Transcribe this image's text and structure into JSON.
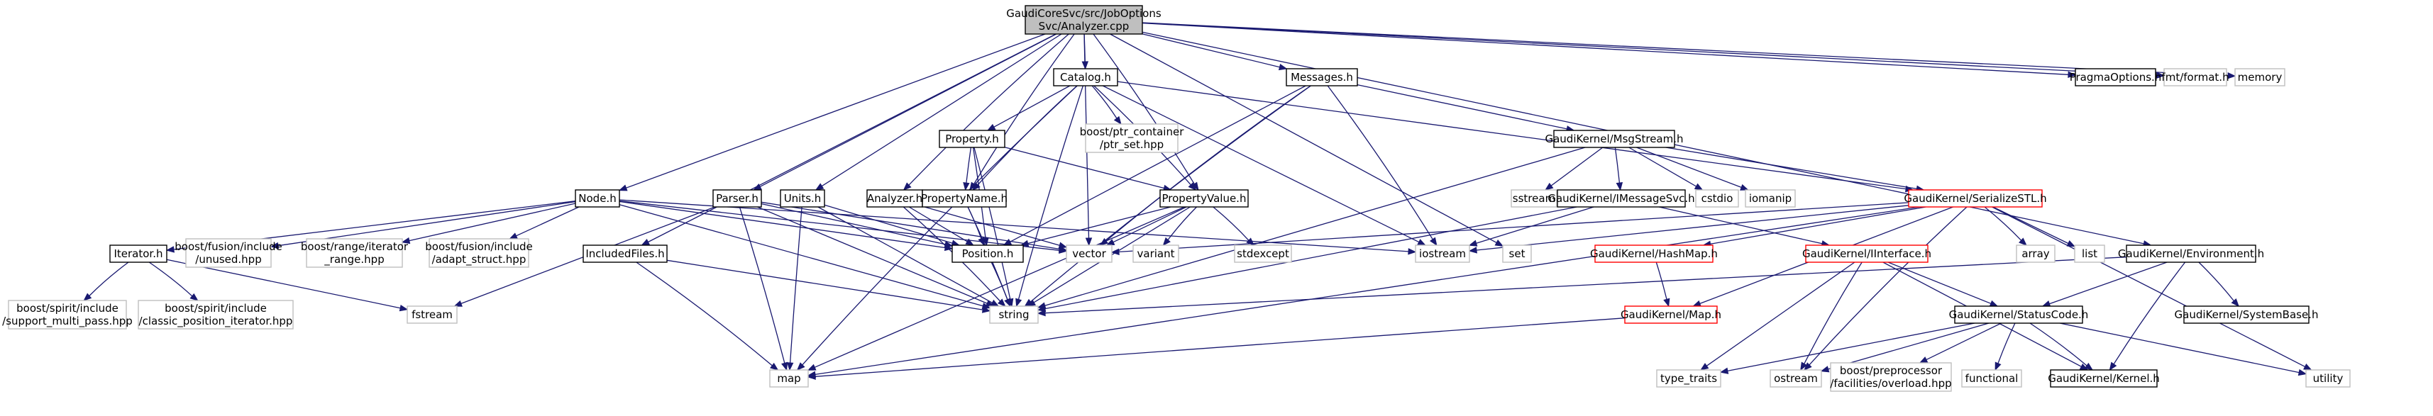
{
  "colors": {
    "root_fill": "#bfbfbf",
    "documented_border": "#000000",
    "system_border": "#bfbfbf",
    "undocumented_border": "#ff0000",
    "edge": "#191970",
    "background": "#ffffff"
  },
  "nodes": [
    {
      "id": "root",
      "lines": [
        "GaudiCoreSvc/src/JobOptions",
        "Svc/Analyzer.cpp"
      ],
      "kind": "root"
    },
    {
      "id": "catalog",
      "lines": [
        "Catalog.h"
      ],
      "kind": "doc"
    },
    {
      "id": "messages",
      "lines": [
        "Messages.h"
      ],
      "kind": "doc"
    },
    {
      "id": "pragmaoptions",
      "lines": [
        "PragmaOptions.h"
      ],
      "kind": "doc"
    },
    {
      "id": "fmtformat",
      "lines": [
        "fmt/format.h"
      ],
      "kind": "sys"
    },
    {
      "id": "memory",
      "lines": [
        "memory"
      ],
      "kind": "sys"
    },
    {
      "id": "node",
      "lines": [
        "Node.h"
      ],
      "kind": "doc"
    },
    {
      "id": "parser",
      "lines": [
        "Parser.h"
      ],
      "kind": "doc"
    },
    {
      "id": "units",
      "lines": [
        "Units.h"
      ],
      "kind": "doc"
    },
    {
      "id": "analyzer",
      "lines": [
        "Analyzer.h"
      ],
      "kind": "doc"
    },
    {
      "id": "property",
      "lines": [
        "Property.h"
      ],
      "kind": "doc"
    },
    {
      "id": "propertyname",
      "lines": [
        "PropertyName.h"
      ],
      "kind": "doc"
    },
    {
      "id": "propertyvalue",
      "lines": [
        "PropertyValue.h"
      ],
      "kind": "doc"
    },
    {
      "id": "ptrset",
      "lines": [
        "boost/ptr_container",
        "/ptr_set.hpp"
      ],
      "kind": "sys"
    },
    {
      "id": "msgstream",
      "lines": [
        "GaudiKernel/MsgStream.h"
      ],
      "kind": "doc"
    },
    {
      "id": "sstream",
      "lines": [
        "sstream"
      ],
      "kind": "sys"
    },
    {
      "id": "imessagesvc",
      "lines": [
        "GaudiKernel/IMessageSvc.h"
      ],
      "kind": "doc"
    },
    {
      "id": "cstdio",
      "lines": [
        "cstdio"
      ],
      "kind": "sys"
    },
    {
      "id": "iomanip",
      "lines": [
        "iomanip"
      ],
      "kind": "sys"
    },
    {
      "id": "serializestl",
      "lines": [
        "GaudiKernel/SerializeSTL.h"
      ],
      "kind": "undoc"
    },
    {
      "id": "iterator",
      "lines": [
        "Iterator.h"
      ],
      "kind": "doc"
    },
    {
      "id": "unused",
      "lines": [
        "boost/fusion/include",
        "/unused.hpp"
      ],
      "kind": "sys"
    },
    {
      "id": "iterrange",
      "lines": [
        "boost/range/iterator",
        "_range.hpp"
      ],
      "kind": "sys"
    },
    {
      "id": "adaptstruct",
      "lines": [
        "boost/fusion/include",
        "/adapt_struct.hpp"
      ],
      "kind": "sys"
    },
    {
      "id": "includedfiles",
      "lines": [
        "IncludedFiles.h"
      ],
      "kind": "doc"
    },
    {
      "id": "position",
      "lines": [
        "Position.h"
      ],
      "kind": "doc"
    },
    {
      "id": "vector",
      "lines": [
        "vector"
      ],
      "kind": "sys"
    },
    {
      "id": "variant",
      "lines": [
        "variant"
      ],
      "kind": "sys"
    },
    {
      "id": "stdexcept",
      "lines": [
        "stdexcept"
      ],
      "kind": "sys"
    },
    {
      "id": "iostream",
      "lines": [
        "iostream"
      ],
      "kind": "sys"
    },
    {
      "id": "set",
      "lines": [
        "set"
      ],
      "kind": "sys"
    },
    {
      "id": "hashmap",
      "lines": [
        "GaudiKernel/HashMap.h"
      ],
      "kind": "undoc"
    },
    {
      "id": "iinterface",
      "lines": [
        "GaudiKernel/IInterface.h"
      ],
      "kind": "undoc"
    },
    {
      "id": "array",
      "lines": [
        "array"
      ],
      "kind": "sys"
    },
    {
      "id": "list",
      "lines": [
        "list"
      ],
      "kind": "sys"
    },
    {
      "id": "environment",
      "lines": [
        "GaudiKernel/Environment.h"
      ],
      "kind": "doc"
    },
    {
      "id": "systembase",
      "lines": [
        "GaudiKernel/SystemBase.h"
      ],
      "kind": "doc"
    },
    {
      "id": "fstream",
      "lines": [
        "fstream"
      ],
      "kind": "sys"
    },
    {
      "id": "multipass",
      "lines": [
        "boost/spirit/include",
        "/support_multi_pass.hpp"
      ],
      "kind": "sys"
    },
    {
      "id": "classicpos",
      "lines": [
        "boost/spirit/include",
        "/classic_position_iterator.hpp"
      ],
      "kind": "sys"
    },
    {
      "id": "string",
      "lines": [
        "string"
      ],
      "kind": "sys"
    },
    {
      "id": "map",
      "lines": [
        "map"
      ],
      "kind": "sys"
    },
    {
      "id": "gkmap",
      "lines": [
        "GaudiKernel/Map.h"
      ],
      "kind": "undoc"
    },
    {
      "id": "statuscode",
      "lines": [
        "GaudiKernel/StatusCode.h"
      ],
      "kind": "doc"
    },
    {
      "id": "typetraits",
      "lines": [
        "type_traits"
      ],
      "kind": "sys"
    },
    {
      "id": "ostream",
      "lines": [
        "ostream"
      ],
      "kind": "sys"
    },
    {
      "id": "overload",
      "lines": [
        "boost/preprocessor",
        "/facilities/overload.hpp"
      ],
      "kind": "sys"
    },
    {
      "id": "functional",
      "lines": [
        "functional"
      ],
      "kind": "sys"
    },
    {
      "id": "kernel",
      "lines": [
        "GaudiKernel/Kernel.h"
      ],
      "kind": "doc"
    },
    {
      "id": "utility",
      "lines": [
        "utility"
      ],
      "kind": "sys"
    }
  ],
  "edges": [
    [
      "root",
      "catalog"
    ],
    [
      "root",
      "messages"
    ],
    [
      "root",
      "pragmaoptions"
    ],
    [
      "root",
      "fmtformat"
    ],
    [
      "root",
      "memory"
    ],
    [
      "root",
      "node"
    ],
    [
      "root",
      "parser"
    ],
    [
      "root",
      "units"
    ],
    [
      "root",
      "analyzer"
    ],
    [
      "root",
      "propertyname"
    ],
    [
      "root",
      "propertyvalue"
    ],
    [
      "root",
      "includedfiles"
    ],
    [
      "root",
      "environment"
    ],
    [
      "root",
      "vector"
    ],
    [
      "root",
      "set"
    ],
    [
      "catalog",
      "property"
    ],
    [
      "catalog",
      "propertyname"
    ],
    [
      "catalog",
      "propertyvalue"
    ],
    [
      "catalog",
      "ptrset"
    ],
    [
      "catalog",
      "iostream"
    ],
    [
      "catalog",
      "string"
    ],
    [
      "catalog",
      "map"
    ],
    [
      "catalog",
      "serializestl"
    ],
    [
      "messages",
      "msgstream"
    ],
    [
      "messages",
      "position"
    ],
    [
      "messages",
      "iostream"
    ],
    [
      "messages",
      "string"
    ],
    [
      "messages",
      "vector"
    ],
    [
      "msgstream",
      "sstream"
    ],
    [
      "msgstream",
      "imessagesvc"
    ],
    [
      "msgstream",
      "cstdio"
    ],
    [
      "msgstream",
      "iomanip"
    ],
    [
      "msgstream",
      "serializestl"
    ],
    [
      "msgstream",
      "string"
    ],
    [
      "imessagesvc",
      "iinterface"
    ],
    [
      "imessagesvc",
      "iostream"
    ],
    [
      "imessagesvc",
      "string"
    ],
    [
      "serializestl",
      "iostream"
    ],
    [
      "serializestl",
      "array"
    ],
    [
      "serializestl",
      "list"
    ],
    [
      "serializestl",
      "hashmap"
    ],
    [
      "serializestl",
      "gkmap"
    ],
    [
      "serializestl",
      "ostream"
    ],
    [
      "serializestl",
      "utility"
    ],
    [
      "serializestl",
      "vector"
    ],
    [
      "serializestl",
      "map"
    ],
    [
      "property",
      "propertyname"
    ],
    [
      "property",
      "propertyvalue"
    ],
    [
      "property",
      "position"
    ],
    [
      "property",
      "string"
    ],
    [
      "propertyname",
      "position"
    ],
    [
      "propertyname",
      "string"
    ],
    [
      "propertyvalue",
      "position"
    ],
    [
      "propertyvalue",
      "vector"
    ],
    [
      "propertyvalue",
      "variant"
    ],
    [
      "propertyvalue",
      "stdexcept"
    ],
    [
      "propertyvalue",
      "string"
    ],
    [
      "propertyvalue",
      "map"
    ],
    [
      "node",
      "iterator"
    ],
    [
      "node",
      "unused"
    ],
    [
      "node",
      "iterrange"
    ],
    [
      "node",
      "adaptstruct"
    ],
    [
      "node",
      "position"
    ],
    [
      "node",
      "vector"
    ],
    [
      "node",
      "string"
    ],
    [
      "node",
      "iostream"
    ],
    [
      "parser",
      "position"
    ],
    [
      "parser",
      "fstream"
    ],
    [
      "parser",
      "string"
    ],
    [
      "parser",
      "map"
    ],
    [
      "parser",
      "vector"
    ],
    [
      "units",
      "position"
    ],
    [
      "units",
      "map"
    ],
    [
      "units",
      "string"
    ],
    [
      "analyzer",
      "position"
    ],
    [
      "analyzer",
      "string"
    ],
    [
      "analyzer",
      "vector"
    ],
    [
      "iterator",
      "multipass"
    ],
    [
      "iterator",
      "classicpos"
    ],
    [
      "iterator",
      "fstream"
    ],
    [
      "includedfiles",
      "string"
    ],
    [
      "includedfiles",
      "map"
    ],
    [
      "position",
      "string"
    ],
    [
      "hashmap",
      "gkmap"
    ],
    [
      "gkmap",
      "map"
    ],
    [
      "iinterface",
      "statuscode"
    ],
    [
      "iinterface",
      "kernel"
    ],
    [
      "iinterface",
      "typetraits"
    ],
    [
      "iinterface",
      "ostream"
    ],
    [
      "environment",
      "statuscode"
    ],
    [
      "environment",
      "systembase"
    ],
    [
      "environment",
      "kernel"
    ],
    [
      "environment",
      "string"
    ],
    [
      "statuscode",
      "overload"
    ],
    [
      "statuscode",
      "functional"
    ],
    [
      "statuscode",
      "kernel"
    ],
    [
      "statuscode",
      "ostream"
    ],
    [
      "statuscode",
      "utility"
    ],
    [
      "statuscode",
      "typetraits"
    ]
  ]
}
